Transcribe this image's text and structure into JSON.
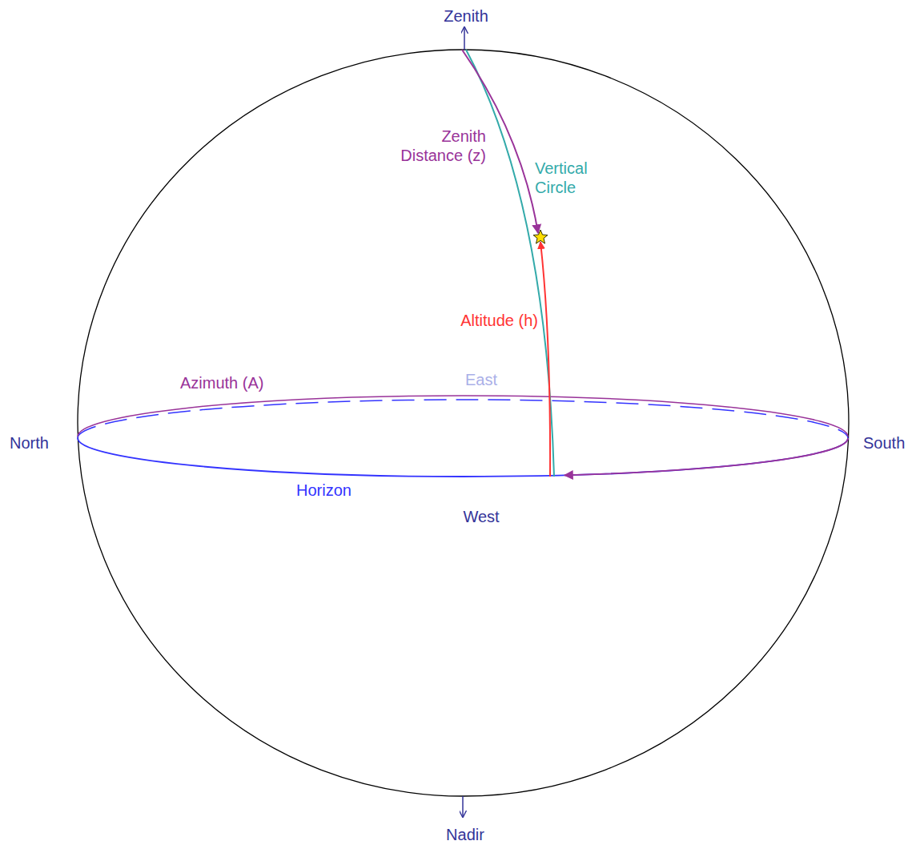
{
  "diagram": {
    "labels": [
      "Zenith",
      "Zenith Distance (z)",
      "Vertical Circle",
      "Altitude (h)",
      "Azimuth (A)",
      "East",
      "North",
      "South",
      "Horizon",
      "West",
      "Nadir"
    ]
  }
}
